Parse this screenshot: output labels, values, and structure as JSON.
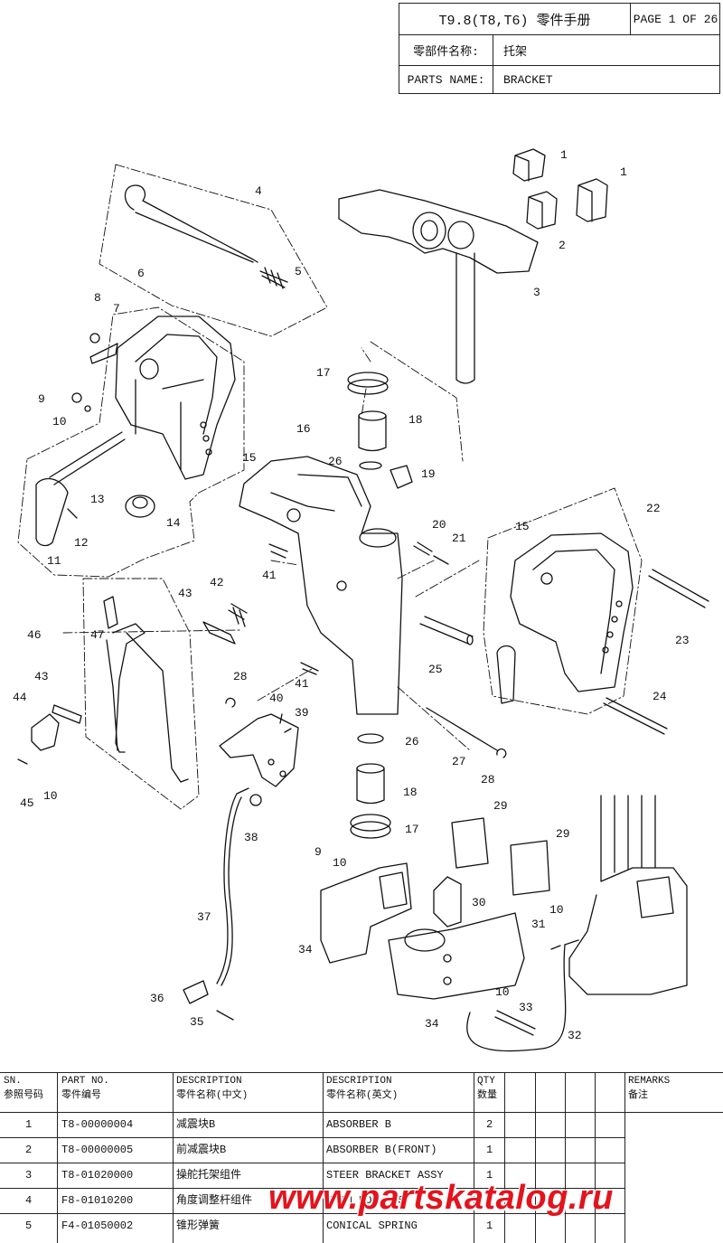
{
  "header": {
    "title": "T9.8(T8,T6) 零件手册",
    "page": "PAGE 1 OF 26",
    "name_cn_label": "零部件名称:",
    "name_cn_value": "托架",
    "name_en_label": "PARTS NAME:",
    "name_en_value": "BRACKET"
  },
  "callouts": [
    "1",
    "1",
    "2",
    "3",
    "4",
    "5",
    "6",
    "7",
    "8",
    "9",
    "10",
    "11",
    "12",
    "13",
    "14",
    "15",
    "16",
    "17",
    "18",
    "19",
    "26",
    "15",
    "20",
    "21",
    "22",
    "23",
    "24",
    "25",
    "26",
    "27",
    "28",
    "29",
    "29",
    "30",
    "31",
    "32",
    "33",
    "34",
    "34",
    "35",
    "36",
    "37",
    "38",
    "39",
    "40",
    "41",
    "41",
    "42",
    "43",
    "43",
    "44",
    "45",
    "46",
    "47",
    "10",
    "9",
    "10",
    "10",
    "10",
    "17",
    "18",
    "28"
  ],
  "table": {
    "headers": {
      "sn_en": "SN.",
      "sn_cn": "参照号码",
      "pn_en": "PART NO.",
      "pn_cn": "零件编号",
      "desc_cn_en": "DESCRIPTION",
      "desc_cn_cn": "零件名称(中文)",
      "desc_en_en": "DESCRIPTION",
      "desc_en_cn": "零件名称(英文)",
      "qty_en": "QTY",
      "qty_cn": "数量",
      "remarks_en": "REMARKS",
      "remarks_cn": "备注"
    },
    "rows": [
      {
        "sn": "1",
        "part_no": "T8-00000004",
        "name_cn": "减震块B",
        "name_en": "ABSORBER B",
        "qty": "2"
      },
      {
        "sn": "2",
        "part_no": "T8-00000005",
        "name_cn": "前减震块B",
        "name_en": "ABSORBER B(FRONT)",
        "qty": "1"
      },
      {
        "sn": "3",
        "part_no": "T8-01020000",
        "name_cn": "操舵托架组件",
        "name_en": "STEER BRACKET ASSY",
        "qty": "1"
      },
      {
        "sn": "4",
        "part_no": "F8-01010200",
        "name_cn": "角度调整杆组件",
        "name_en": "TRIM ROD ASSY",
        "qty": "1"
      },
      {
        "sn": "5",
        "part_no": "F4-01050002",
        "name_cn": "锥形弹簧",
        "name_en": "CONICAL SPRING",
        "qty": "1"
      }
    ]
  },
  "watermark": "www.partskatalog.ru"
}
